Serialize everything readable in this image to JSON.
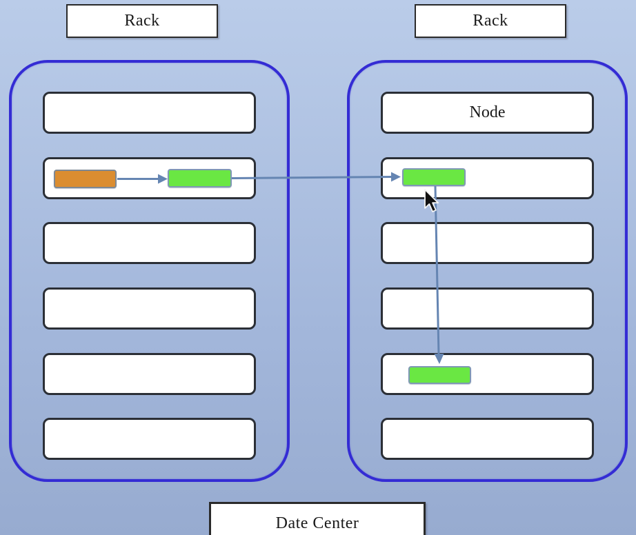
{
  "left_rack": {
    "label": "Rack",
    "slot_count": 6,
    "blocks": {
      "orange_task": {
        "color": "#DB8D30",
        "border": "#7E8893"
      },
      "green_task": {
        "color": "#6AE743",
        "border": "#7F98B5"
      }
    }
  },
  "right_rack": {
    "label": "Rack",
    "node_label": "Node",
    "slot_count": 6,
    "blocks": {
      "green_task_top": {
        "color": "#6AE743",
        "border": "#7F98B5"
      },
      "green_task_bottom": {
        "color": "#6AE743",
        "border": "#7F98B5"
      }
    }
  },
  "footer": {
    "label": "Date Center"
  },
  "colors": {
    "background_top": "#BACCE9",
    "background_bottom": "#97ABD0",
    "rack_border": "#342CD4",
    "slot_border": "#2B2F36",
    "label_box_border": "#2A2A2A",
    "arrow": "#6585B2",
    "text": "#1A1A1A"
  }
}
